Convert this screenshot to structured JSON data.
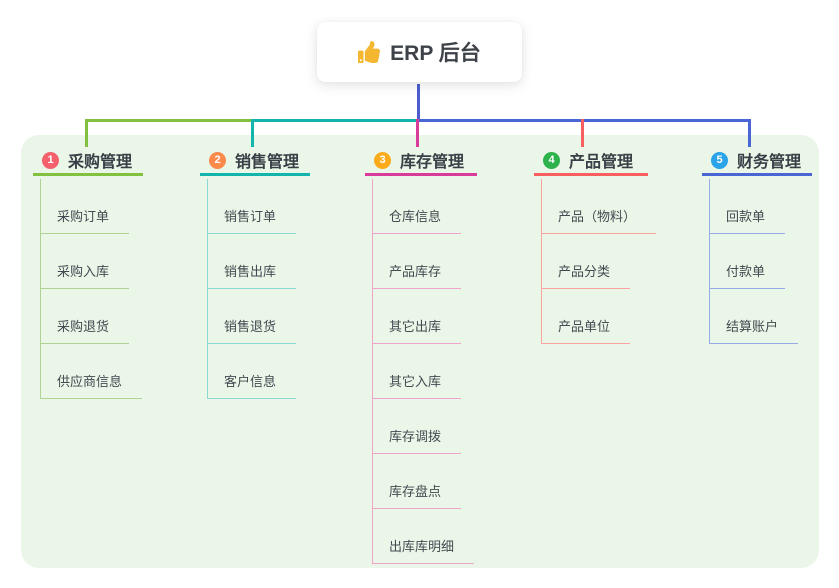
{
  "root": {
    "label": "ERP 后台",
    "icon": "thumbs-up"
  },
  "branches": [
    {
      "num": "1",
      "label": "采购管理",
      "color": "#82c13f",
      "light_color": "#aed494",
      "badge_color": "#f4606b",
      "children": [
        "采购订单",
        "采购入库",
        "采购退货",
        "供应商信息"
      ]
    },
    {
      "num": "2",
      "label": "销售管理",
      "color": "#12b5ac",
      "light_color": "#8cd9d2",
      "badge_color": "#fb8a4c",
      "children": [
        "销售订单",
        "销售出库",
        "销售退货",
        "客户信息"
      ]
    },
    {
      "num": "3",
      "label": "库存管理",
      "color": "#d93b9b",
      "light_color": "#f2a3cb",
      "badge_color": "#fbab19",
      "children": [
        "仓库信息",
        "产品库存",
        "其它出库",
        "其它入库",
        "库存调拨",
        "库存盘点",
        "出库库明细"
      ]
    },
    {
      "num": "4",
      "label": "产品管理",
      "color": "#f8605f",
      "light_color": "#faa39e",
      "badge_color": "#2eb24c",
      "children": [
        "产品（物料）",
        "产品分类",
        "产品单位"
      ]
    },
    {
      "num": "5",
      "label": "财务管理",
      "color": "#4a66d5",
      "light_color": "#97abe7",
      "badge_color": "#2aa3e8",
      "children": [
        "回款单",
        "付款单",
        "结算账户"
      ]
    }
  ],
  "colors": {
    "page_bg": "#ffffff",
    "panel_bg": "#eaf6e7",
    "card_bg": "#ffffff",
    "stem": "#4c5ecf",
    "header_text": "#383f47",
    "child_text": "#434a52",
    "thumb_icon": "#f5b731"
  }
}
